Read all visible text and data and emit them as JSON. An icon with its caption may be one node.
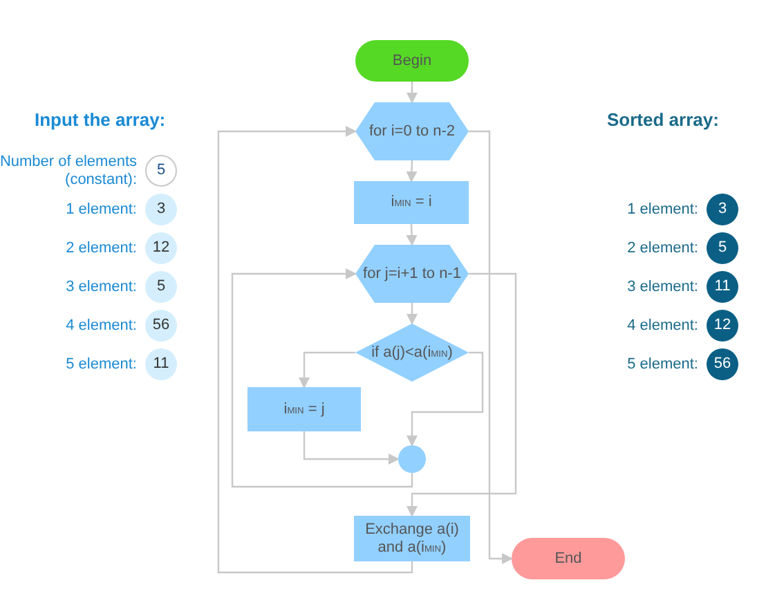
{
  "diagram": {
    "nodes": [
      {
        "text": [
          "Begin"
        ]
      },
      {
        "text": [
          "for i=0 to n-2"
        ]
      },
      {
        "text": [
          "i$_{MIN}$ = i"
        ]
      },
      {
        "text": [
          "for j=i+1 to n-1"
        ]
      },
      {
        "text": [
          "if a(j)<a(i$_{MIN}$)"
        ]
      },
      {
        "text": [
          "i$_{MIN}$ = j"
        ]
      },
      {
        "text": [],
        "shape": "circle"
      },
      {
        "text": [
          "Exchange a(i) and a(i$_{MIN}$)"
        ]
      },
      {
        "text": [
          "End"
        ]
      },
      {
        "text": [
          "5"
        ],
        "beside": [
          "Number of elements (constant):"
        ]
      },
      {
        "text": [
          "3"
        ],
        "beside": [
          "1 element:"
        ]
      },
      {
        "text": [
          "12"
        ],
        "beside": [
          "2 element:"
        ]
      },
      {
        "text": [
          "5"
        ],
        "beside": [
          "3 element:"
        ]
      },
      {
        "text": [
          "56"
        ],
        "beside": [
          "4 element:"
        ]
      },
      {
        "text": [
          "11"
        ],
        "beside": [
          "5 element:"
        ]
      },
      {
        "text": [
          "3"
        ],
        "beside": [
          "1 element:"
        ]
      },
      {
        "text": [
          "5"
        ],
        "beside": [
          "2 element:"
        ]
      },
      {
        "text": [
          "11"
        ],
        "beside": [
          "3 element:"
        ]
      },
      {
        "text": [
          "12"
        ],
        "beside": [
          "4 element:"
        ]
      },
      {
        "text": [
          "56"
        ],
        "beside": [
          "5 element:"
        ]
      }
    ],
    "edges": [
      {
        "from": 0,
        "to": 1,
        "arrow": "to"
      },
      {
        "from": 1,
        "to": 2,
        "arrow": "to"
      },
      {
        "from": 2,
        "to": 3,
        "arrow": "to"
      },
      {
        "from": 3,
        "to": 4,
        "arrow": "to"
      },
      {
        "from": 4,
        "to": 5,
        "arrow": "to"
      },
      {
        "from": 4,
        "to": 6,
        "arrow": "to"
      },
      {
        "from": 5,
        "to": 6,
        "arrow": "to"
      },
      {
        "from": 6,
        "to": 3,
        "arrow": "to"
      },
      {
        "from": 3,
        "to": 7,
        "arrow": "to"
      },
      {
        "from": 7,
        "to": 1,
        "arrow": "to"
      },
      {
        "from": 1,
        "to": 8,
        "arrow": "to"
      }
    ],
    "labels": [
      "Input the array:",
      "Sorted array:"
    ]
  }
}
